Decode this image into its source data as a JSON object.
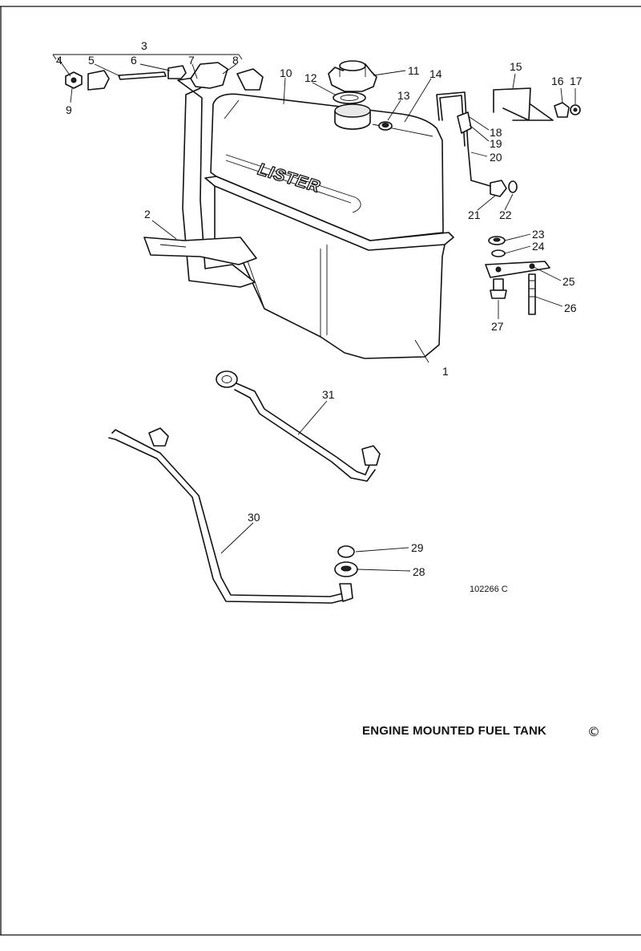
{
  "diagram": {
    "brand_lettering": "LISTER",
    "reference_code": "102266 C",
    "caption": "ENGINE MOUNTED FUEL TANK",
    "copyright_symbol": "©",
    "callouts": [
      "1",
      "2",
      "3",
      "4",
      "5",
      "6",
      "7",
      "8",
      "9",
      "10",
      "11",
      "12",
      "13",
      "14",
      "15",
      "16",
      "17",
      "18",
      "19",
      "20",
      "21",
      "22",
      "23",
      "24",
      "25",
      "26",
      "27",
      "28",
      "29",
      "30",
      "31"
    ]
  }
}
